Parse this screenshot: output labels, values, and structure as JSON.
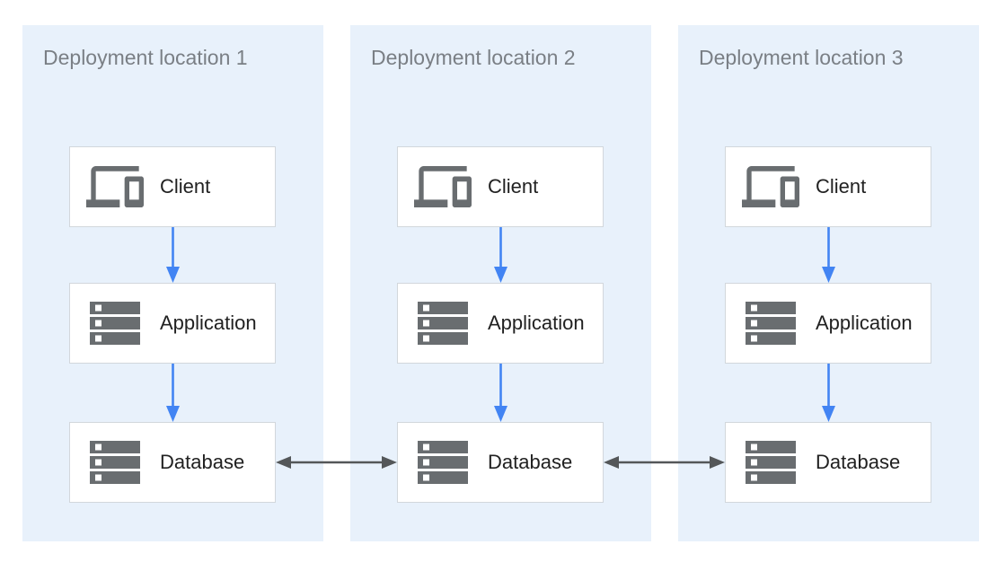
{
  "diagram": {
    "panels": [
      {
        "title": "Deployment location 1",
        "nodes": [
          {
            "label": "Client",
            "icon": "devices-icon"
          },
          {
            "label": "Application",
            "icon": "server-stack-icon"
          },
          {
            "label": "Database",
            "icon": "server-stack-icon"
          }
        ]
      },
      {
        "title": "Deployment location 2",
        "nodes": [
          {
            "label": "Client",
            "icon": "devices-icon"
          },
          {
            "label": "Application",
            "icon": "server-stack-icon"
          },
          {
            "label": "Database",
            "icon": "server-stack-icon"
          }
        ]
      },
      {
        "title": "Deployment location 3",
        "nodes": [
          {
            "label": "Client",
            "icon": "devices-icon"
          },
          {
            "label": "Application",
            "icon": "server-stack-icon"
          },
          {
            "label": "Database",
            "icon": "server-stack-icon"
          }
        ]
      }
    ],
    "edges": [
      {
        "from": "Deployment location 1 / Client",
        "to": "Deployment location 1 / Application",
        "direction": "one-way",
        "style": "blue-flow"
      },
      {
        "from": "Deployment location 1 / Application",
        "to": "Deployment location 1 / Database",
        "direction": "one-way",
        "style": "blue-flow"
      },
      {
        "from": "Deployment location 2 / Client",
        "to": "Deployment location 2 / Application",
        "direction": "one-way",
        "style": "blue-flow"
      },
      {
        "from": "Deployment location 2 / Application",
        "to": "Deployment location 2 / Database",
        "direction": "one-way",
        "style": "blue-flow"
      },
      {
        "from": "Deployment location 3 / Client",
        "to": "Deployment location 3 / Application",
        "direction": "one-way",
        "style": "blue-flow"
      },
      {
        "from": "Deployment location 3 / Application",
        "to": "Deployment location 3 / Database",
        "direction": "one-way",
        "style": "blue-flow"
      },
      {
        "from": "Deployment location 1 / Database",
        "to": "Deployment location 2 / Database",
        "direction": "two-way",
        "style": "dark-replication"
      },
      {
        "from": "Deployment location 2 / Database",
        "to": "Deployment location 3 / Database",
        "direction": "two-way",
        "style": "dark-replication"
      }
    ],
    "colors": {
      "panel-bg": "#e8f1fb",
      "box-bg": "#ffffff",
      "box-border": "#d2d7dc",
      "title-text": "#7a7f85",
      "label-text": "#212121",
      "icon-gray": "#696d70",
      "flow-arrow": "#4284f3",
      "replication-arrow": "#545759"
    }
  }
}
